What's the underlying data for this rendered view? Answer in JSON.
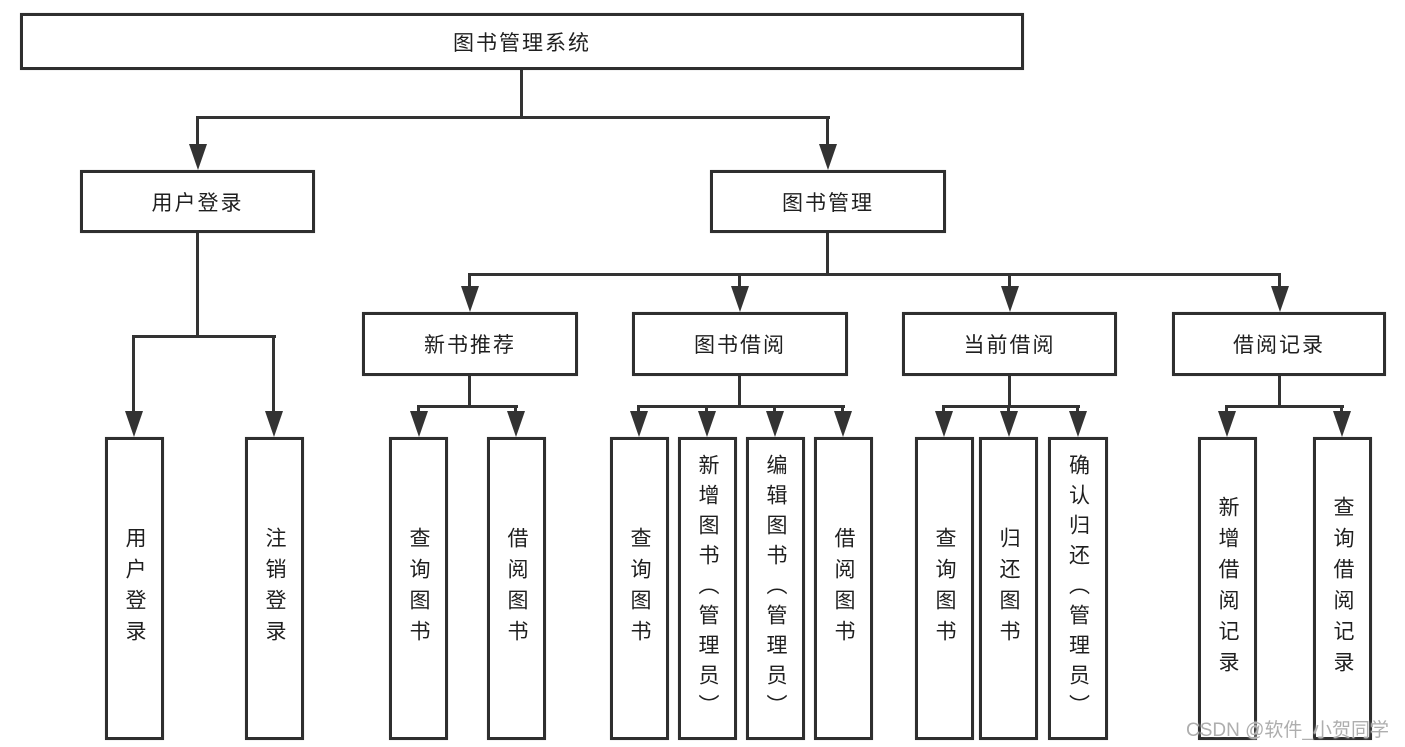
{
  "diagram": {
    "title": "图书管理系统",
    "watermark": "CSDN @软件_小贺同学",
    "colors": {
      "line": "#333333",
      "box_border": "#2f2f2f",
      "text": "#1f1f1f",
      "watermark": "#aeaeae",
      "background": "#ffffff"
    },
    "nodes": {
      "root": "图书管理系统",
      "user_login": "用户登录",
      "book_mgmt": "图书管理",
      "new_book_rec": "新书推荐",
      "book_borrow": "图书借阅",
      "current_borrow": "当前借阅",
      "borrow_record": "借阅记录",
      "leaf_user_login": "用户登录",
      "leaf_logout": "注销登录",
      "leaf_query_book_1": "查询图书",
      "leaf_borrow_book_1": "借阅图书",
      "leaf_query_book_2": "查询图书",
      "leaf_add_book": "新增图书（管理员）",
      "leaf_edit_book": "编辑图书（管理员）",
      "leaf_borrow_book_2": "借阅图书",
      "leaf_query_book_3": "查询图书",
      "leaf_return_book": "归还图书",
      "leaf_confirm_return": "确认归还（管理员）",
      "leaf_add_record": "新增借阅记录",
      "leaf_query_record": "查询借阅记录"
    },
    "edges": [
      {
        "from": "图书管理系统",
        "to": "用户登录"
      },
      {
        "from": "图书管理系统",
        "to": "图书管理"
      },
      {
        "from": "用户登录",
        "to": "用户登录"
      },
      {
        "from": "用户登录",
        "to": "注销登录"
      },
      {
        "from": "图书管理",
        "to": "新书推荐"
      },
      {
        "from": "图书管理",
        "to": "图书借阅"
      },
      {
        "from": "图书管理",
        "to": "当前借阅"
      },
      {
        "from": "图书管理",
        "to": "借阅记录"
      },
      {
        "from": "新书推荐",
        "to": "查询图书"
      },
      {
        "from": "新书推荐",
        "to": "借阅图书"
      },
      {
        "from": "图书借阅",
        "to": "查询图书"
      },
      {
        "from": "图书借阅",
        "to": "新增图书（管理员）"
      },
      {
        "from": "图书借阅",
        "to": "编辑图书（管理员）"
      },
      {
        "from": "图书借阅",
        "to": "借阅图书"
      },
      {
        "from": "当前借阅",
        "to": "查询图书"
      },
      {
        "from": "当前借阅",
        "to": "归还图书"
      },
      {
        "from": "当前借阅",
        "to": "确认归还（管理员）"
      },
      {
        "from": "借阅记录",
        "to": "新增借阅记录"
      },
      {
        "from": "借阅记录",
        "to": "查询借阅记录"
      }
    ]
  }
}
